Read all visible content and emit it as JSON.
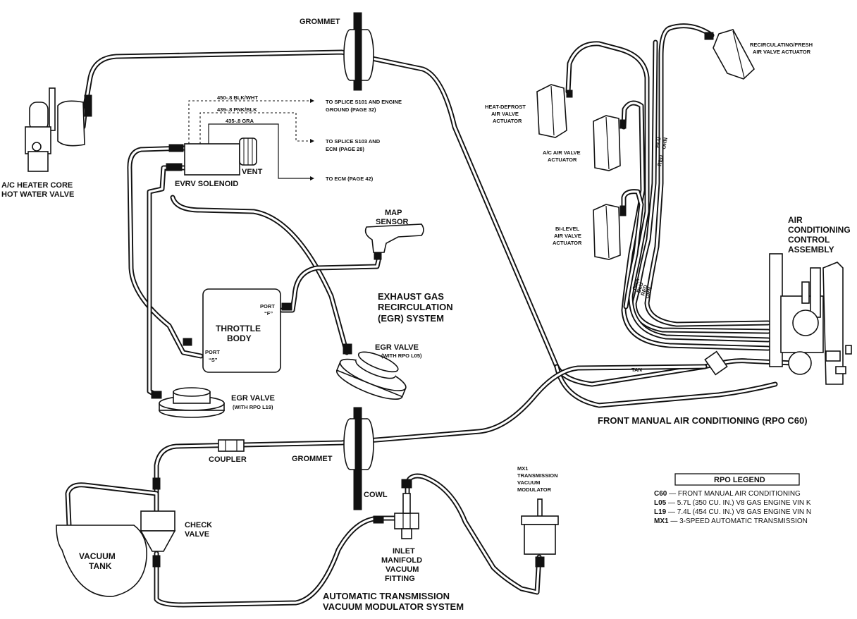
{
  "labels": {
    "grommet_top": "GROMMET",
    "grommet_bottom": "GROMMET",
    "cowl": "COWL",
    "coupler": "COUPLER",
    "ac_heater_core_line1": "A/C HEATER CORE",
    "ac_heater_core_line2": "HOT WATER VALVE",
    "evrv_solenoid": "EVRV SOLENOID",
    "vent": "VENT",
    "wire_450": "450-.8 BLK/WHT",
    "wire_439": "439-.8 PNK/BLK",
    "wire_435": "435-.8 GRA",
    "splice_s101_line1": "TO SPLICE S101 AND ENGINE",
    "splice_s101_line2": "GROUND (PAGE 32)",
    "splice_s103_line1": "TO SPLICE S103 AND",
    "splice_s103_line2": "ECM (PAGE 28)",
    "to_ecm": "TO ECM (PAGE 42)",
    "map_sensor_line1": "MAP",
    "map_sensor_line2": "SENSOR",
    "port_f_line1": "PORT",
    "port_f_line2": "“F”",
    "port_s_line1": "PORT",
    "port_s_line2": "“S”",
    "throttle_body_line1": "THROTTLE",
    "throttle_body_line2": "BODY",
    "egr_system_line1": "EXHAUST GAS",
    "egr_system_line2": "RECIRCULATION",
    "egr_system_line3": "(EGR) SYSTEM",
    "egr_valve_l05_line1": "EGR VALVE",
    "egr_valve_l05_line2": "(WITH RPO L05)",
    "egr_valve_l19_line1": "EGR VALVE",
    "egr_valve_l19_line2": "(WITH RPO L19)",
    "heat_defrost_line1": "HEAT-DEFROST",
    "heat_defrost_line2": "AIR VALVE",
    "heat_defrost_line3": "ACTUATOR",
    "ac_air_valve_line1": "A/C AIR VALVE",
    "ac_air_valve_line2": "ACTUATOR",
    "bi_level_line1": "BI-LEVEL",
    "bi_level_line2": "AIR VALVE",
    "bi_level_line3": "ACTUATOR",
    "recirc_line1": "RECIRCULATING/FRESH",
    "recirc_line2": "AIR VALVE ACTUATOR",
    "ac_control_line1": "AIR",
    "ac_control_line2": "CONDITIONING",
    "ac_control_line3": "CONTROL",
    "ac_control_line4": "ASSEMBLY",
    "hose_blu": "BLU",
    "hose_orn": "ORN",
    "hose_red": "RED",
    "hose_gra": "GRA",
    "hose_blu2": "BLU",
    "hose_red2": "RED",
    "hose_orn2": "ORN",
    "hose_tan": "TAN",
    "front_ac_title": "FRONT MANUAL AIR CONDITIONING (RPO C60)",
    "vacuum_tank_line1": "VACUUM",
    "vacuum_tank_line2": "TANK",
    "check_valve_line1": "CHECK",
    "check_valve_line2": "VALVE",
    "inlet_line1": "INLET",
    "inlet_line2": "MANIFOLD",
    "inlet_line3": "VACUUM",
    "inlet_line4": "FITTING",
    "mx1_line1": "MX1",
    "mx1_line2": "TRANSMISSION",
    "mx1_line3": "VACUUM",
    "mx1_line4": "MODULATOR",
    "auto_trans_line1": "AUTOMATIC TRANSMISSION",
    "auto_trans_line2": "VACUUM MODULATOR SYSTEM"
  },
  "legend": {
    "title": "RPO LEGEND",
    "items": [
      {
        "code": "C60",
        "text": " — FRONT MANUAL AIR CONDITIONING"
      },
      {
        "code": "L05",
        "text": " — 5.7L (350 CU. IN.) V8 GAS ENGINE VIN K"
      },
      {
        "code": "L19",
        "text": " — 7.4L (454 CU. IN.) V8 GAS ENGINE VIN N"
      },
      {
        "code": "MX1",
        "text": " — 3-SPEED AUTOMATIC TRANSMISSION"
      }
    ]
  }
}
